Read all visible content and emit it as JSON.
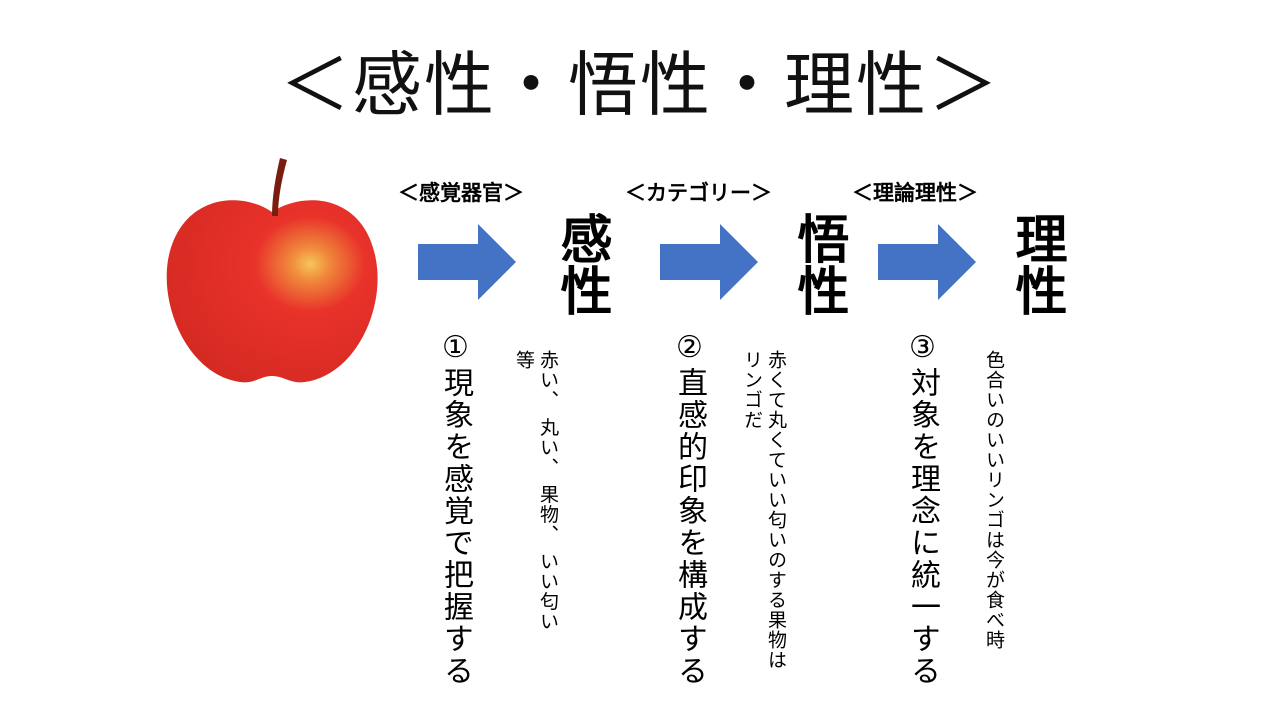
{
  "title": "＜感性・悟性・理性＞",
  "colors": {
    "arrow": "#4472C4",
    "apple": "#E8322A",
    "stem": "#7A1C10",
    "highlight": "#F7C65A"
  },
  "stages": [
    {
      "label": "＜感覚器官＞",
      "result": "感性",
      "step": "①現象を感覚で把握する",
      "example": "赤い、 丸い、 果物、 いい匂い等"
    },
    {
      "label": "＜カテゴリー＞",
      "result": "悟性",
      "step": "②直感的印象を構成する",
      "example": "赤くて丸くていい匂いのする果物はリンゴだ"
    },
    {
      "label": "＜理論理性＞",
      "result": "理性",
      "step": "③対象を理念に統一する",
      "example": "色合いのいいリンゴは今が食べ時"
    }
  ]
}
